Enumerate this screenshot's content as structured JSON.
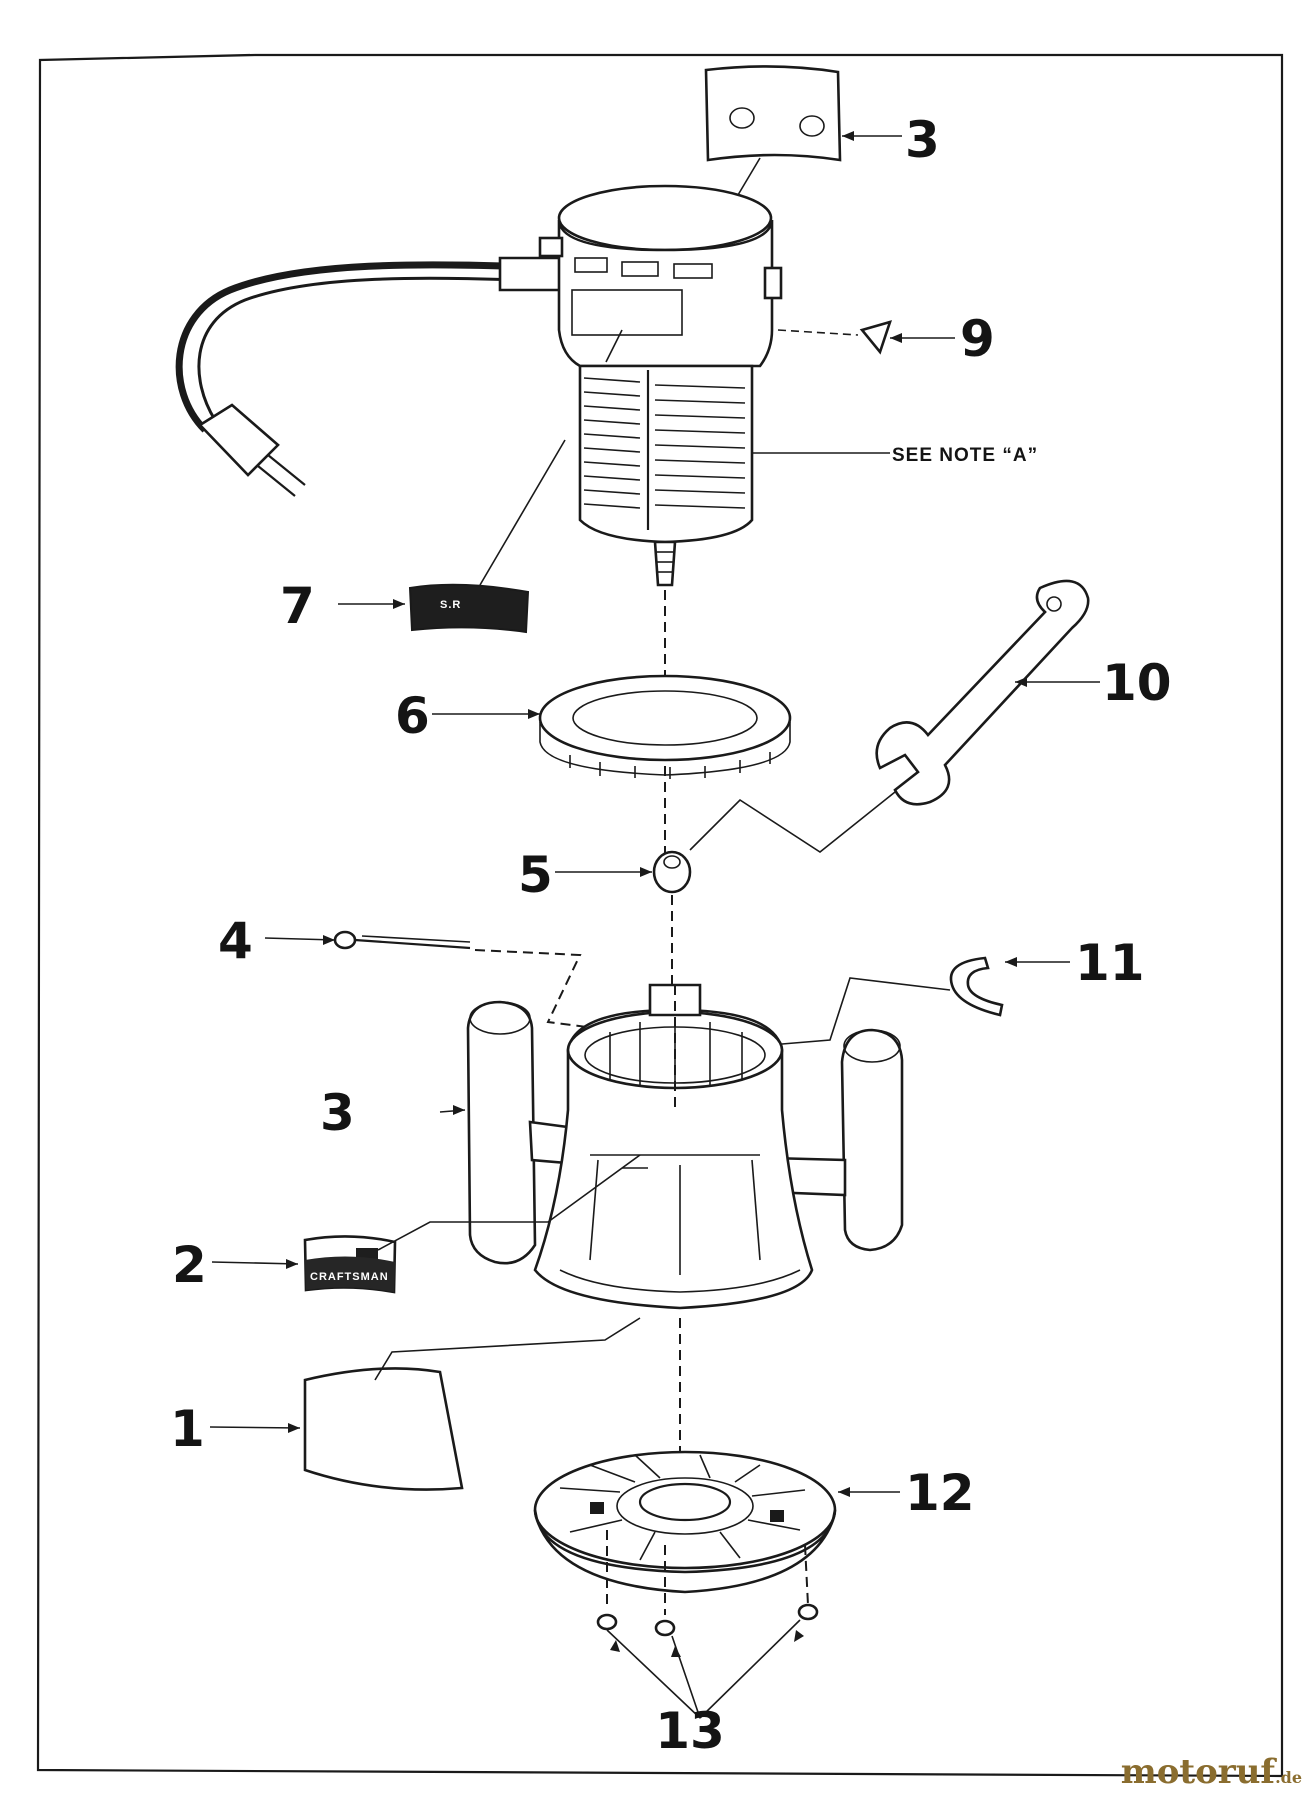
{
  "diagram": {
    "note_text": "SEE NOTE “A”",
    "callouts": {
      "c1": "1",
      "c2": "2",
      "c3_handle": "3",
      "c3_label": "3",
      "c4": "4",
      "c5": "5",
      "c6": "6",
      "c7": "7",
      "c9": "9",
      "c10": "10",
      "c11": "11",
      "c12": "12",
      "c13": "13"
    },
    "decals": {
      "brand": "CRAFTSMAN",
      "rating": "S.R"
    }
  },
  "watermark": {
    "name": "motoruf",
    "tld": ".de"
  }
}
